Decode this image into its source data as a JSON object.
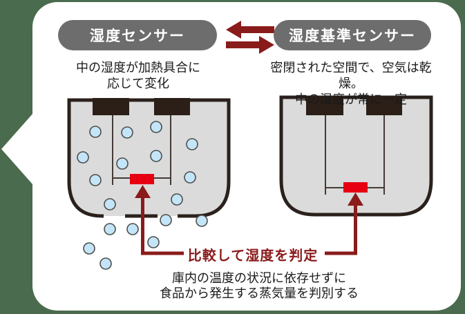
{
  "header": {
    "left_sensor_label": "湿度センサー",
    "right_sensor_label": "湿度基準センサー",
    "swap_icon": "double-swap-arrows"
  },
  "descriptions": {
    "left": [
      "中の湿度が加熱具合に",
      "応じて変化"
    ],
    "right": [
      "密閉された空間で、空気は乾燥。",
      "中の湿度が常に一定"
    ]
  },
  "judgement_label": "比較して湿度を判定",
  "caption": [
    "庫内の温度の状況に依存せずに",
    "食品から発生する蒸気量を判別する"
  ],
  "colors": {
    "background": "#4a6b4d",
    "bubble": "#ffffff",
    "pill": "#6d6d6d",
    "pill_text": "#ffffff",
    "dark_red": "#8a1b1b",
    "sensor_red": "#e60012",
    "container_fill": "#dbdbdb",
    "container_border": "#2b211c",
    "inner_line": "#443a36",
    "block": "#2b1f17",
    "droplet_fill": "#c3e5f7",
    "droplet_stroke": "#4d4d4d",
    "text": "#1a1a1a"
  }
}
